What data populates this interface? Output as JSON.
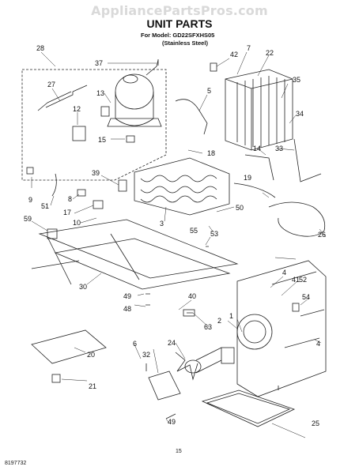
{
  "watermark": "AppliancePartsPros.com",
  "header": {
    "title": "UNIT PARTS",
    "model_line": "For Model: GD22SFXHS05",
    "variant_line": "(Stainless Steel)"
  },
  "footer": {
    "page_number": "15",
    "document_number": "8197732"
  },
  "callouts": [
    "28",
    "37",
    "42",
    "7",
    "22",
    "27",
    "35",
    "5",
    "13",
    "12",
    "34",
    "15",
    "18",
    "14",
    "33",
    "39",
    "9",
    "51",
    "8",
    "3",
    "17",
    "10",
    "59",
    "19",
    "50",
    "26",
    "55",
    "53",
    "30",
    "52",
    "4",
    "41",
    "49",
    "40",
    "54",
    "48",
    "2",
    "1",
    "63",
    "24",
    "32",
    "20",
    "21",
    "6",
    "4",
    "25",
    "49"
  ]
}
